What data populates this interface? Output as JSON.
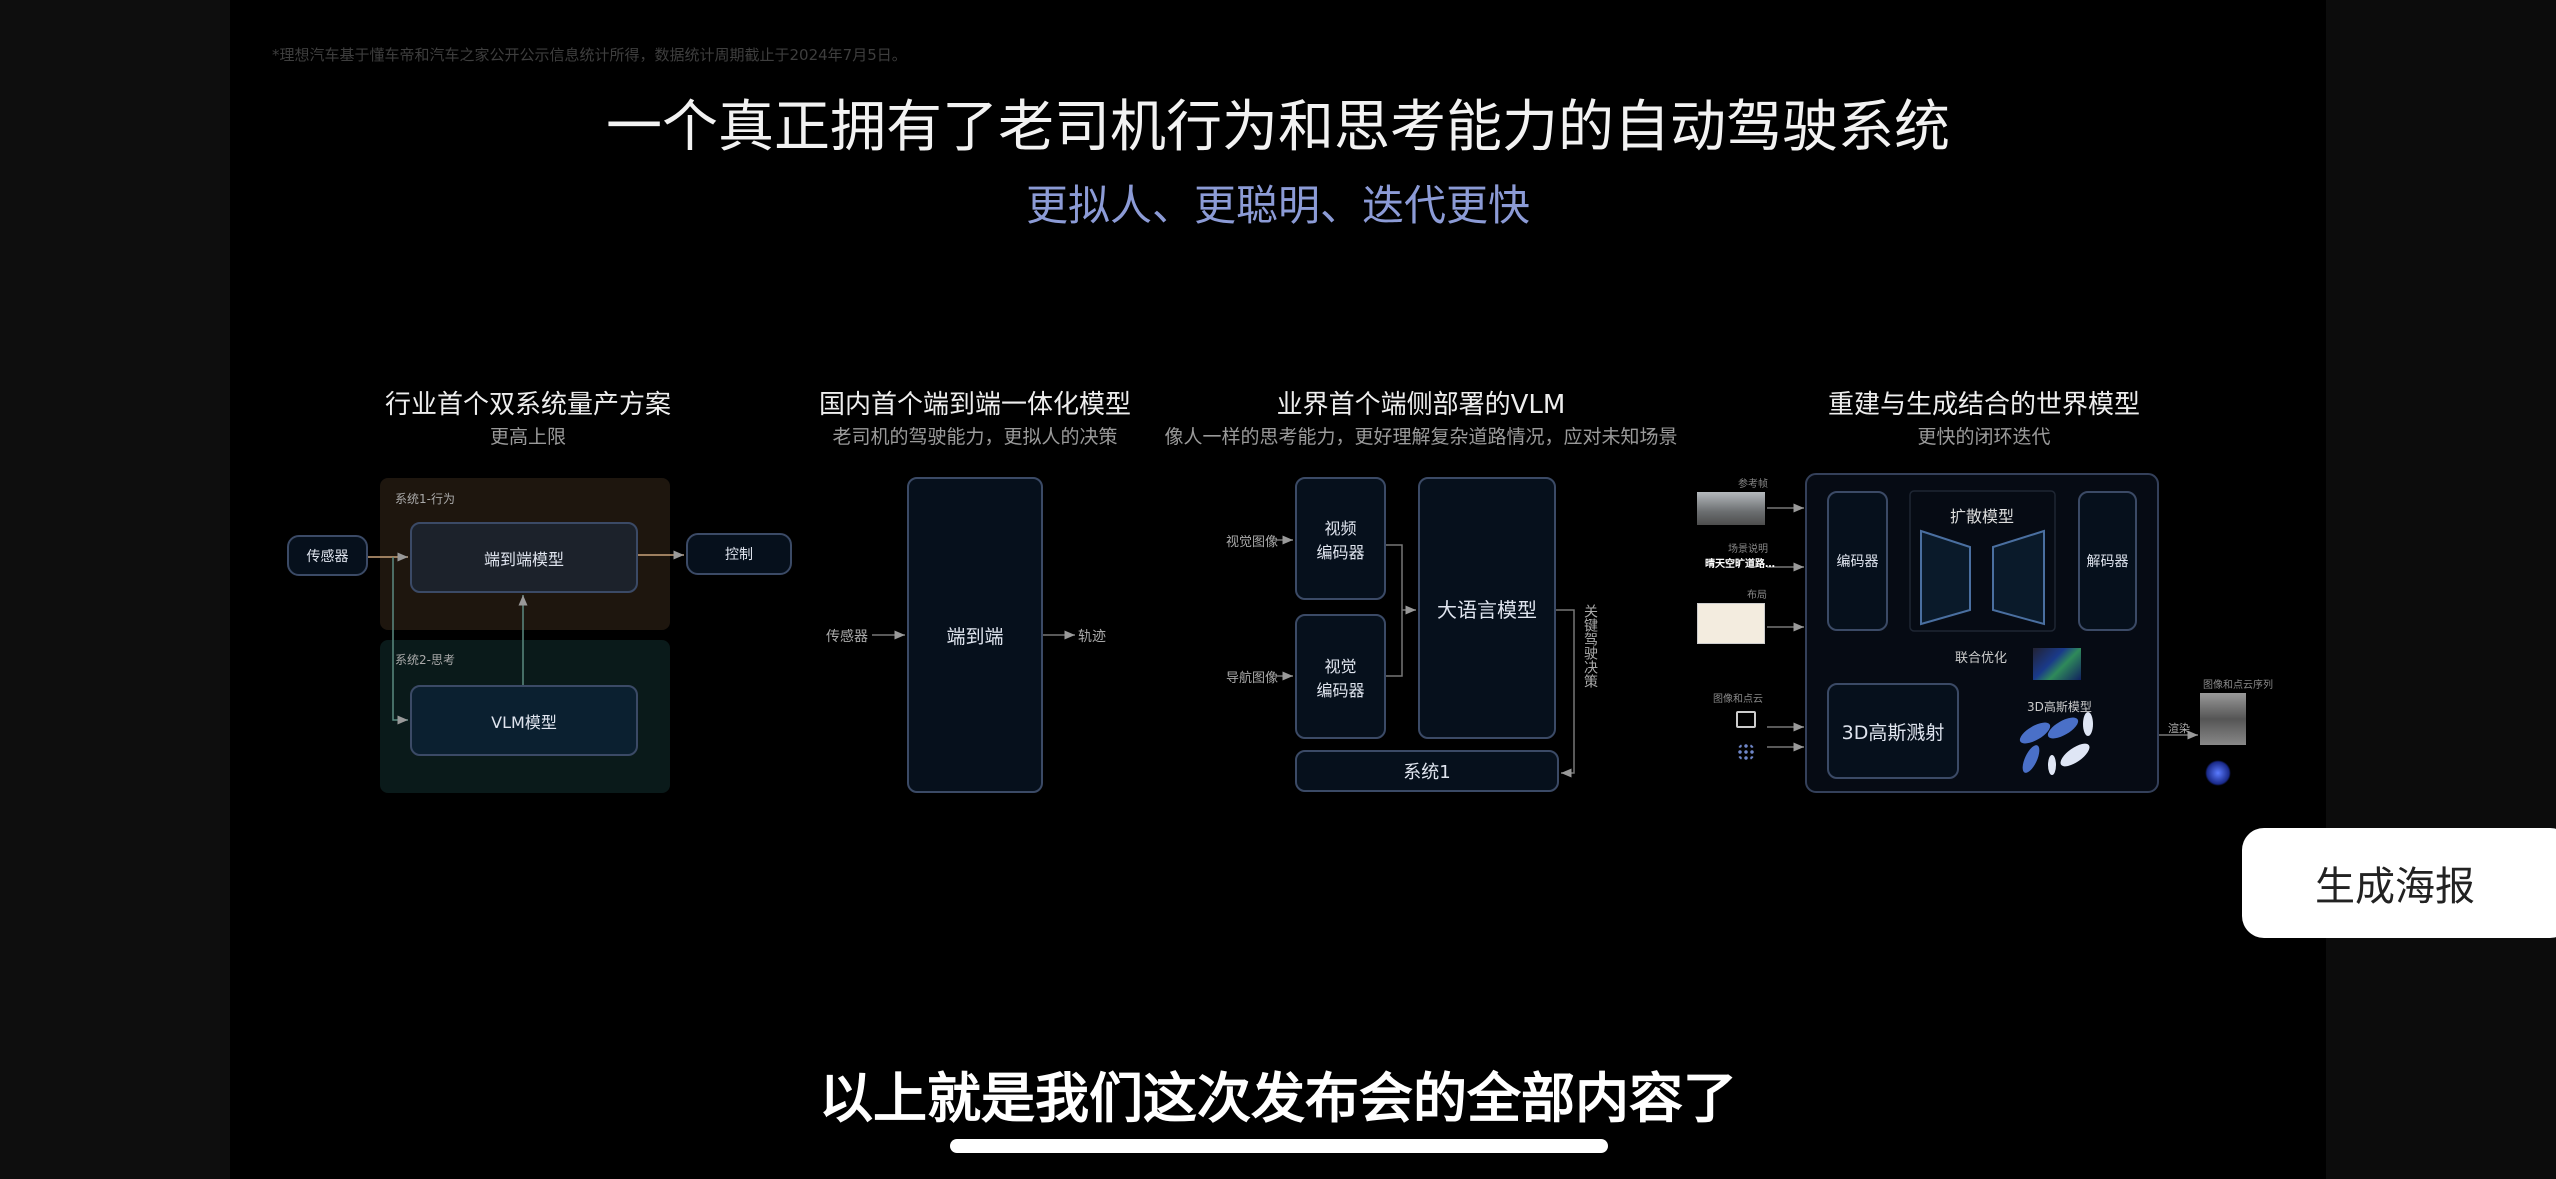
{
  "footnote": "*理想汽车基于懂车帝和汽车之家公开公示信息统计所得，数据统计周期截止于2024年7月5日。",
  "title": "一个真正拥有了老司机行为和思考能力的自动驾驶系统",
  "subtitle": "更拟人、更聪明、迭代更快",
  "sections": [
    {
      "title": "行业首个双系统量产方案",
      "subtitle": "更高上限",
      "system1_label": "系统1-行为",
      "system2_label": "系统2-思考",
      "sensor": "传感器",
      "e2e_model": "端到端模型",
      "control": "控制",
      "vlm_model": "VLM模型"
    },
    {
      "title": "国内首个端到端一体化模型",
      "subtitle": "老司机的驾驶能力，更拟人的决策",
      "sensor": "传感器",
      "e2e": "端到端",
      "trajectory": "轨迹"
    },
    {
      "title": "业界首个端侧部署的VLM",
      "subtitle": "像人一样的思考能力，更好理解复杂道路情况，应对未知场景",
      "visual_image": "视觉图像",
      "nav_image": "导航图像",
      "video_encoder": "视频\n编码器",
      "visual_encoder": "视觉\n编码器",
      "llm": "大语言模型",
      "system1": "系统1",
      "key_decision": "关键驾驶决策"
    },
    {
      "title": "重建与生成结合的世界模型",
      "subtitle": "更快的闭环迭代",
      "ref_frame": "参考帧",
      "scene_desc": "场景说明",
      "scene_text": "晴天空旷道路…",
      "layout": "布局",
      "img_pointcloud": "图像和点云",
      "encoder": "编码器",
      "diffusion": "扩散模型",
      "decoder": "解码器",
      "joint_opt": "联合优化",
      "gs": "3D高斯溅射",
      "gs_model": "3D高斯模型",
      "render": "渲染",
      "output_seq": "图像和点云序列"
    }
  ],
  "caption": "以上就是我们这次发布会的全部内容了",
  "poster_button": "生成海报",
  "colors": {
    "subtitle": "#8c9bd6",
    "system1_bg": "#1e160e",
    "system2_bg": "#0a1a1a",
    "box_border": "#3b4a66"
  }
}
